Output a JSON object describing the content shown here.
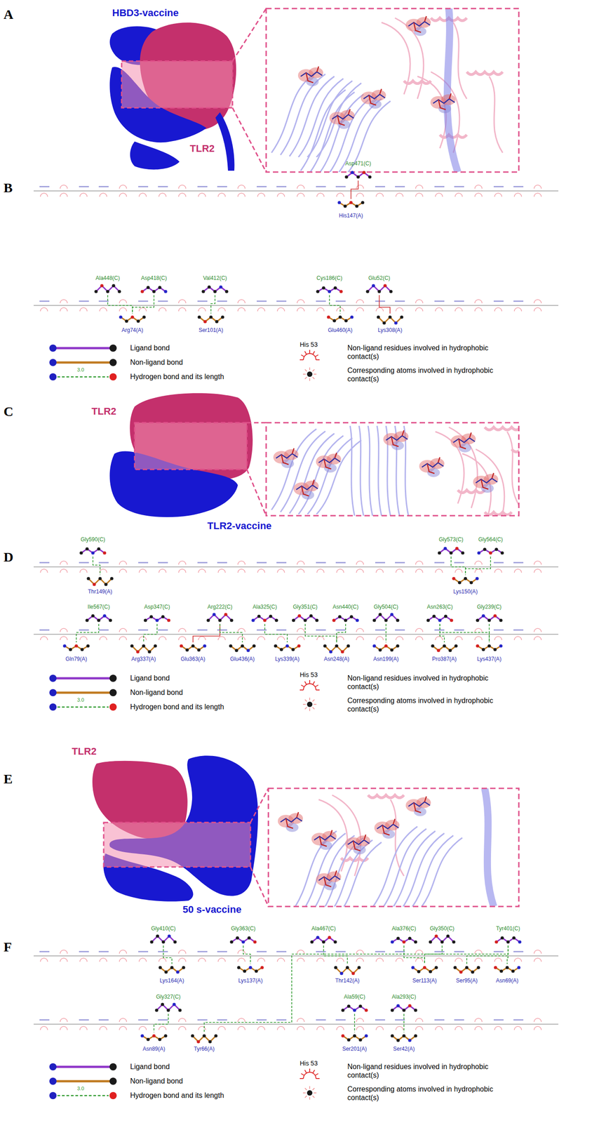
{
  "diagram": {
    "nodes": [
      {
        "text": [
          "Asp471(C)"
        ]
      },
      {
        "text": [
          "His147(A)"
        ]
      },
      {
        "text": [
          "Ala448(C)"
        ]
      },
      {
        "text": [
          "Asp418(C)"
        ]
      },
      {
        "text": [
          "Val412(C)"
        ]
      },
      {
        "text": [
          "Cys186(C)"
        ]
      },
      {
        "text": [
          "Glu52(C)"
        ]
      },
      {
        "text": [
          "Arg74(A)"
        ]
      },
      {
        "text": [
          "Ser101(A)"
        ]
      },
      {
        "text": [
          "Glu460(A)"
        ]
      },
      {
        "text": [
          "Lys308(A)"
        ]
      },
      {
        "text": [
          "Gly590(C)"
        ]
      },
      {
        "text": [
          "Gly573(C)"
        ]
      },
      {
        "text": [
          "Gly564(C)"
        ]
      },
      {
        "text": [
          "Thr149(A)"
        ]
      },
      {
        "text": [
          "Lys150(A)"
        ]
      },
      {
        "text": [
          "Ile567(C)"
        ]
      },
      {
        "text": [
          "Asp347(C)"
        ]
      },
      {
        "text": [
          "Arg222(C)"
        ]
      },
      {
        "text": [
          "Ala325(C)"
        ]
      },
      {
        "text": [
          "Gly351(C)"
        ]
      },
      {
        "text": [
          "Asn440(C)"
        ]
      },
      {
        "text": [
          "Gly504(C)"
        ]
      },
      {
        "text": [
          "Asn263(C)"
        ]
      },
      {
        "text": [
          "Gly239(C)"
        ]
      },
      {
        "text": [
          "Gln79(A)"
        ]
      },
      {
        "text": [
          "Arg337(A)"
        ]
      },
      {
        "text": [
          "Glu363(A)"
        ]
      },
      {
        "text": [
          "Glu436(A)"
        ]
      },
      {
        "text": [
          "Lys339(A)"
        ]
      },
      {
        "text": [
          "Asn248(A)"
        ]
      },
      {
        "text": [
          "Asn199(A)"
        ]
      },
      {
        "text": [
          "Pro387(A)"
        ]
      },
      {
        "text": [
          "Lys437(A)"
        ]
      },
      {
        "text": [
          "Gly410(C)"
        ]
      },
      {
        "text": [
          "Gly363(C)"
        ]
      },
      {
        "text": [
          "Ala467(C)"
        ]
      },
      {
        "text": [
          "Ala376(C)"
        ]
      },
      {
        "text": [
          "Gly350(C)"
        ]
      },
      {
        "text": [
          "Tyr401(C)"
        ]
      },
      {
        "text": [
          "Lys164(A)"
        ]
      },
      {
        "text": [
          "Lys137(A)"
        ]
      },
      {
        "text": [
          "Thr142(A)"
        ]
      },
      {
        "text": [
          "Ser113(A)"
        ]
      },
      {
        "text": [
          "Ser95(A)"
        ]
      },
      {
        "text": [
          "Asn69(A)"
        ]
      },
      {
        "text": [
          "Gly327(C)"
        ]
      },
      {
        "text": [
          "Ala59(C)"
        ]
      },
      {
        "text": [
          "Ala293(C)"
        ]
      },
      {
        "text": [
          "Asn89(A)"
        ]
      },
      {
        "text": [
          "Tyr66(A)"
        ]
      },
      {
        "text": [
          "Ser201(A)"
        ]
      },
      {
        "text": [
          "Ser42(A)"
        ]
      }
    ],
    "edges": [
      {
        "from": 0,
        "to": 1,
        "arrow": "none"
      },
      {
        "from": 2,
        "to": 7,
        "arrow": "none"
      },
      {
        "from": 3,
        "to": 7,
        "arrow": "none"
      },
      {
        "from": 4,
        "to": 8,
        "arrow": "none"
      },
      {
        "from": 5,
        "to": 9,
        "arrow": "none"
      },
      {
        "from": 6,
        "to": 10,
        "arrow": "none"
      },
      {
        "from": 11,
        "to": 14,
        "arrow": "none"
      },
      {
        "from": 12,
        "to": 15,
        "arrow": "none"
      },
      {
        "from": 13,
        "to": 15,
        "arrow": "none"
      },
      {
        "from": 16,
        "to": 25,
        "arrow": "none"
      },
      {
        "from": 17,
        "to": 26,
        "arrow": "none"
      },
      {
        "from": 18,
        "to": 27,
        "arrow": "none"
      },
      {
        "from": 18,
        "to": 28,
        "arrow": "none"
      },
      {
        "from": 19,
        "to": 29,
        "arrow": "none"
      },
      {
        "from": 20,
        "to": 30,
        "arrow": "none"
      },
      {
        "from": 21,
        "to": 30,
        "arrow": "none"
      },
      {
        "from": 22,
        "to": 31,
        "arrow": "none"
      },
      {
        "from": 23,
        "to": 32,
        "arrow": "none"
      },
      {
        "from": 23,
        "to": 33,
        "arrow": "none"
      },
      {
        "from": 24,
        "to": 33,
        "arrow": "none"
      },
      {
        "from": 34,
        "to": 40,
        "arrow": "none"
      },
      {
        "from": 35,
        "to": 41,
        "arrow": "none"
      },
      {
        "from": 36,
        "to": 42,
        "arrow": "none"
      },
      {
        "from": 37,
        "to": 43,
        "arrow": "none"
      },
      {
        "from": 38,
        "to": 43,
        "arrow": "none"
      },
      {
        "from": 39,
        "to": 44,
        "arrow": "none"
      },
      {
        "from": 39,
        "to": 45,
        "arrow": "none"
      },
      {
        "from": 39,
        "to": 50,
        "arrow": "none"
      },
      {
        "from": 46,
        "to": 49,
        "arrow": "none"
      },
      {
        "from": 47,
        "to": 51,
        "arrow": "none"
      },
      {
        "from": 48,
        "to": 52,
        "arrow": "none"
      }
    ],
    "labels": [
      "A",
      "HBD3-vaccine",
      "TLR2",
      "B",
      "3.0",
      "His 53",
      "C",
      "TLR2",
      "TLR2-vaccine",
      "D",
      "3.0",
      "His 53",
      "E",
      "TLR2",
      "50 s-vaccine",
      "F",
      "3.0",
      "His 53"
    ],
    "legend": [
      {
        "text": "Ligand bond"
      },
      {
        "text": "Non-ligand bond"
      },
      {
        "text": "Hydrogen bond and its length"
      },
      {
        "text": "Non-ligand residues involved in hydrophobic contact(s)"
      },
      {
        "text": "Corresponding atoms involved in hydrophobic contact(s)"
      },
      {
        "text": "Ligand bond"
      },
      {
        "text": "Non-ligand bond"
      },
      {
        "text": "Hydrogen bond and its length"
      },
      {
        "text": "Non-ligand residues involved in hydrophobic contact(s)"
      },
      {
        "text": "Corresponding atoms involved in hydrophobic contact(s)"
      },
      {
        "text": "Ligand bond"
      },
      {
        "text": "Non-ligand bond"
      },
      {
        "text": "Hydrogen bond and its length"
      },
      {
        "text": "Non-ligand residues involved in hydrophobic contact(s)"
      },
      {
        "text": "Corresponding atoms involved in hydrophobic contact(s)"
      }
    ]
  }
}
